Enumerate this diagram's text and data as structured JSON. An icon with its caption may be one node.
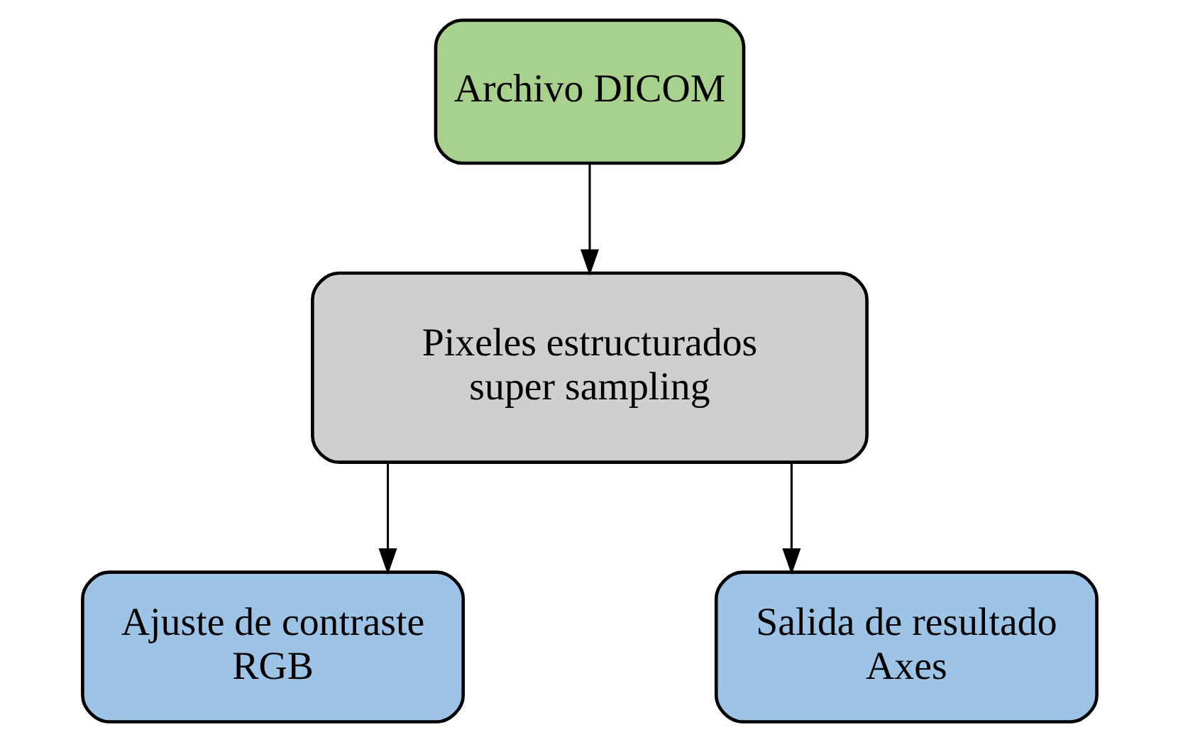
{
  "diagram": {
    "nodes": [
      {
        "text": [
          "Archivo DICOM"
        ]
      },
      {
        "text": [
          "Pixeles estructurados super sampling"
        ]
      },
      {
        "text": [
          "Ajuste de contraste RGB"
        ]
      },
      {
        "text": [
          "Salida de resultado Axes"
        ]
      }
    ],
    "edges": [
      {
        "from": 0,
        "to": 1,
        "arrow": "to"
      },
      {
        "from": 1,
        "to": 2,
        "arrow": "to"
      },
      {
        "from": 1,
        "to": 3,
        "arrow": "to"
      }
    ]
  }
}
